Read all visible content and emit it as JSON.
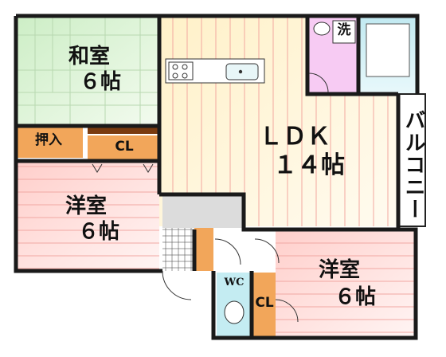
{
  "rooms": {
    "washitsu": {
      "name": "和室",
      "size": "６帖"
    },
    "ldk": {
      "name": "ＬＤＫ",
      "size": "１４帖"
    },
    "youshitsu_left": {
      "name": "洋室",
      "size": "６帖"
    },
    "youshitsu_right": {
      "name": "洋室",
      "size": "６帖"
    }
  },
  "labels": {
    "oshiire": "押入",
    "closet_left": "CL",
    "closet_right": "CL",
    "wc": "WC",
    "laundry": "洗",
    "balcony": "バルコニー"
  },
  "colors": {
    "washitsu": "#d9f2d3",
    "ldk": "#fff6d2",
    "youshitsu": "#ffd9d6",
    "closet": "#f2a65a",
    "bath": "#c4ecf2",
    "washroom": "#f7cbf3",
    "entry": "#d9d9d9",
    "wall": "#1a1a1a"
  }
}
